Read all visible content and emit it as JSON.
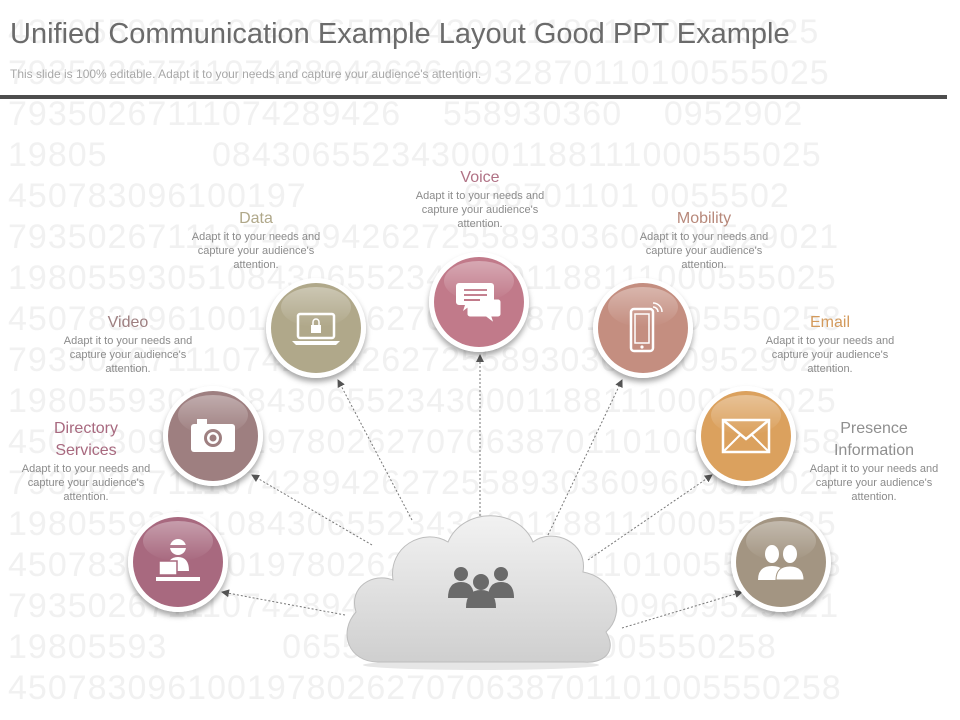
{
  "slide": {
    "title": "Unified Communication Example Layout Good PPT Example",
    "subtitle": "This slide is 100% editable. Adapt it to your needs and capture your audience's attention."
  },
  "background_numbers": [
    "43505593051084306552343000118811000555025",
    "7935026771107428942626 0932870110100555025",
    "79350267111074289426    558930360    0952902",
    "19805          0843065523430001188111000555025",
    "450783096100197               638701101 0055502",
    "793502671110742894262725589303609609529021",
    "198055930510843065523430001188111000555025",
    "450783096100197802627070638701101005550258",
    "793502671110742894262725589303609609529021",
    "198055930510843065523430001188111000555025",
    "450783096100197802627070638701101005550258",
    "793502671110742894262725589303609609529021",
    "198055930510843065523430001188111000555025",
    "450783096100197802627070638701101005550258",
    "793502671110742894262725589303609609529021",
    "19805593           06552343    881110005550258",
    "450783096100197802627070638701101005550258"
  ],
  "nodes": [
    {
      "id": "directory-services",
      "title_lines": [
        "Directory",
        "Services"
      ],
      "body": "Adapt it to your needs and capture your audience's attention.",
      "icon": "user-computer-icon",
      "color": "#a8697f",
      "title_color": "#a8697f"
    },
    {
      "id": "video",
      "title_lines": [
        "Video"
      ],
      "body": "Adapt it to your needs and capture your audience's attention.",
      "icon": "camera-icon",
      "color": "#9e7f80",
      "title_color": "#9e7f80"
    },
    {
      "id": "data",
      "title_lines": [
        "Data"
      ],
      "body": "Adapt it to your needs and capture your audience's attention.",
      "icon": "laptop-lock-icon",
      "color": "#b0a88a",
      "title_color": "#b0a88a"
    },
    {
      "id": "voice",
      "title_lines": [
        "Voice"
      ],
      "body": "Adapt it to your needs and capture your audience's attention.",
      "icon": "chat-bubbles-icon",
      "color": "#c17a8a",
      "title_color": "#b07285"
    },
    {
      "id": "mobility",
      "title_lines": [
        "Mobility"
      ],
      "body": "Adapt it to your needs and capture your audience's attention.",
      "icon": "mobile-phone-icon",
      "color": "#c48e80",
      "title_color": "#b7887a"
    },
    {
      "id": "email",
      "title_lines": [
        "Email"
      ],
      "body": "Adapt it to your needs and capture your audience's attention.",
      "icon": "envelope-icon",
      "color": "#dba15e",
      "title_color": "#d39a5c"
    },
    {
      "id": "presence-information",
      "title_lines": [
        "Presence",
        "Information"
      ],
      "body": "Adapt it to your needs and capture your audience's attention.",
      "icon": "people-icon",
      "color": "#a39582",
      "title_color": "#8f8f8f"
    }
  ],
  "center": {
    "icon": "group-of-people-icon",
    "color": "#d9d9d9"
  }
}
